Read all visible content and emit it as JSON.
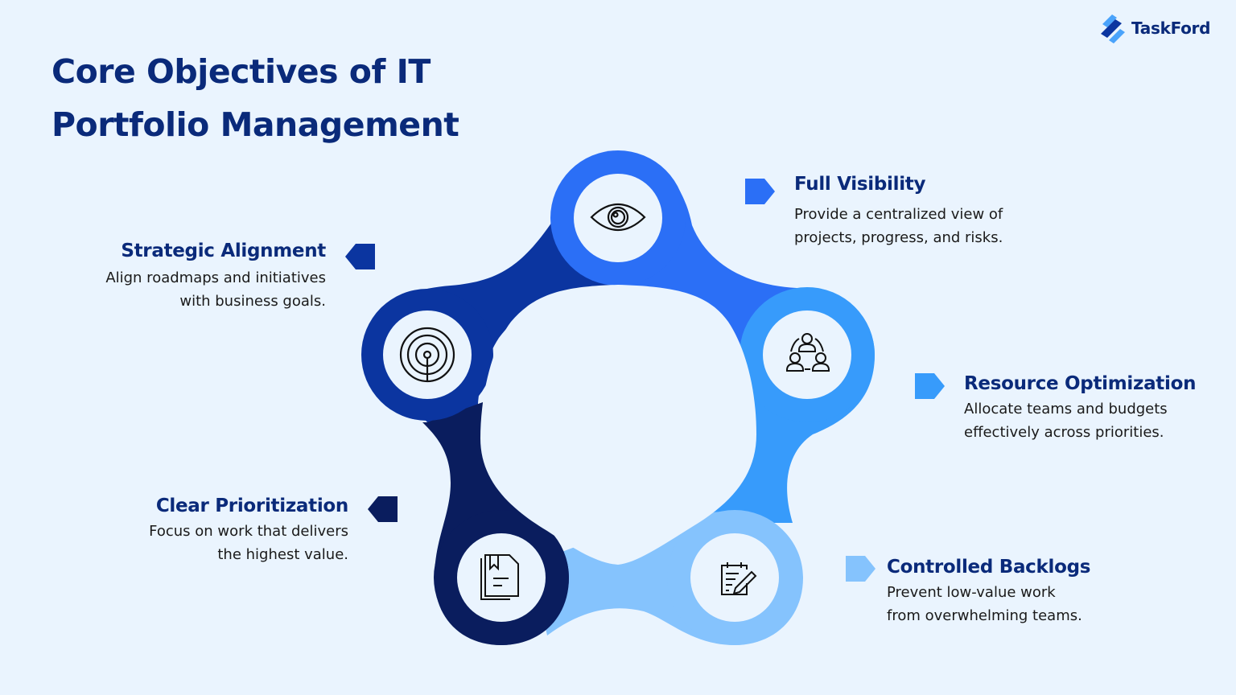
{
  "brand": {
    "name": "TaskFord"
  },
  "title": {
    "line1": "Core Objectives of IT",
    "line2": "Portfolio Management"
  },
  "colors": {
    "background": "#EAF4FE",
    "heading": "#0A2A7A",
    "body_text": "#1A1A1A",
    "visibility": "#2B6FF6",
    "alignment": "#0B35A0",
    "resources": "#379BFB",
    "prioritization": "#0A1D5E",
    "backlogs": "#85C3FD"
  },
  "objectives": [
    {
      "id": "full-visibility",
      "title": "Full Visibility",
      "line1": "Provide a centralized view of",
      "line2": "projects, progress, and risks.",
      "icon": "eye-icon",
      "color": "#2B6FF6"
    },
    {
      "id": "strategic-alignment",
      "title": "Strategic Alignment",
      "line1": "Align roadmaps and initiatives",
      "line2": "with business goals.",
      "icon": "target-icon",
      "color": "#0B35A0"
    },
    {
      "id": "resource-optimization",
      "title": "Resource Optimization",
      "line1": "Allocate teams and budgets",
      "line2": "effectively across priorities.",
      "icon": "team-icon",
      "color": "#379BFB"
    },
    {
      "id": "clear-prioritization",
      "title": "Clear Prioritization",
      "line1": "Focus on work that delivers",
      "line2": "the highest value.",
      "icon": "document-icon",
      "color": "#0A1D5E"
    },
    {
      "id": "controlled-backlogs",
      "title": "Controlled Backlogs",
      "line1": "Prevent low-value work",
      "line2": "from overwhelming teams.",
      "icon": "notepad-edit-icon",
      "color": "#85C3FD"
    }
  ]
}
